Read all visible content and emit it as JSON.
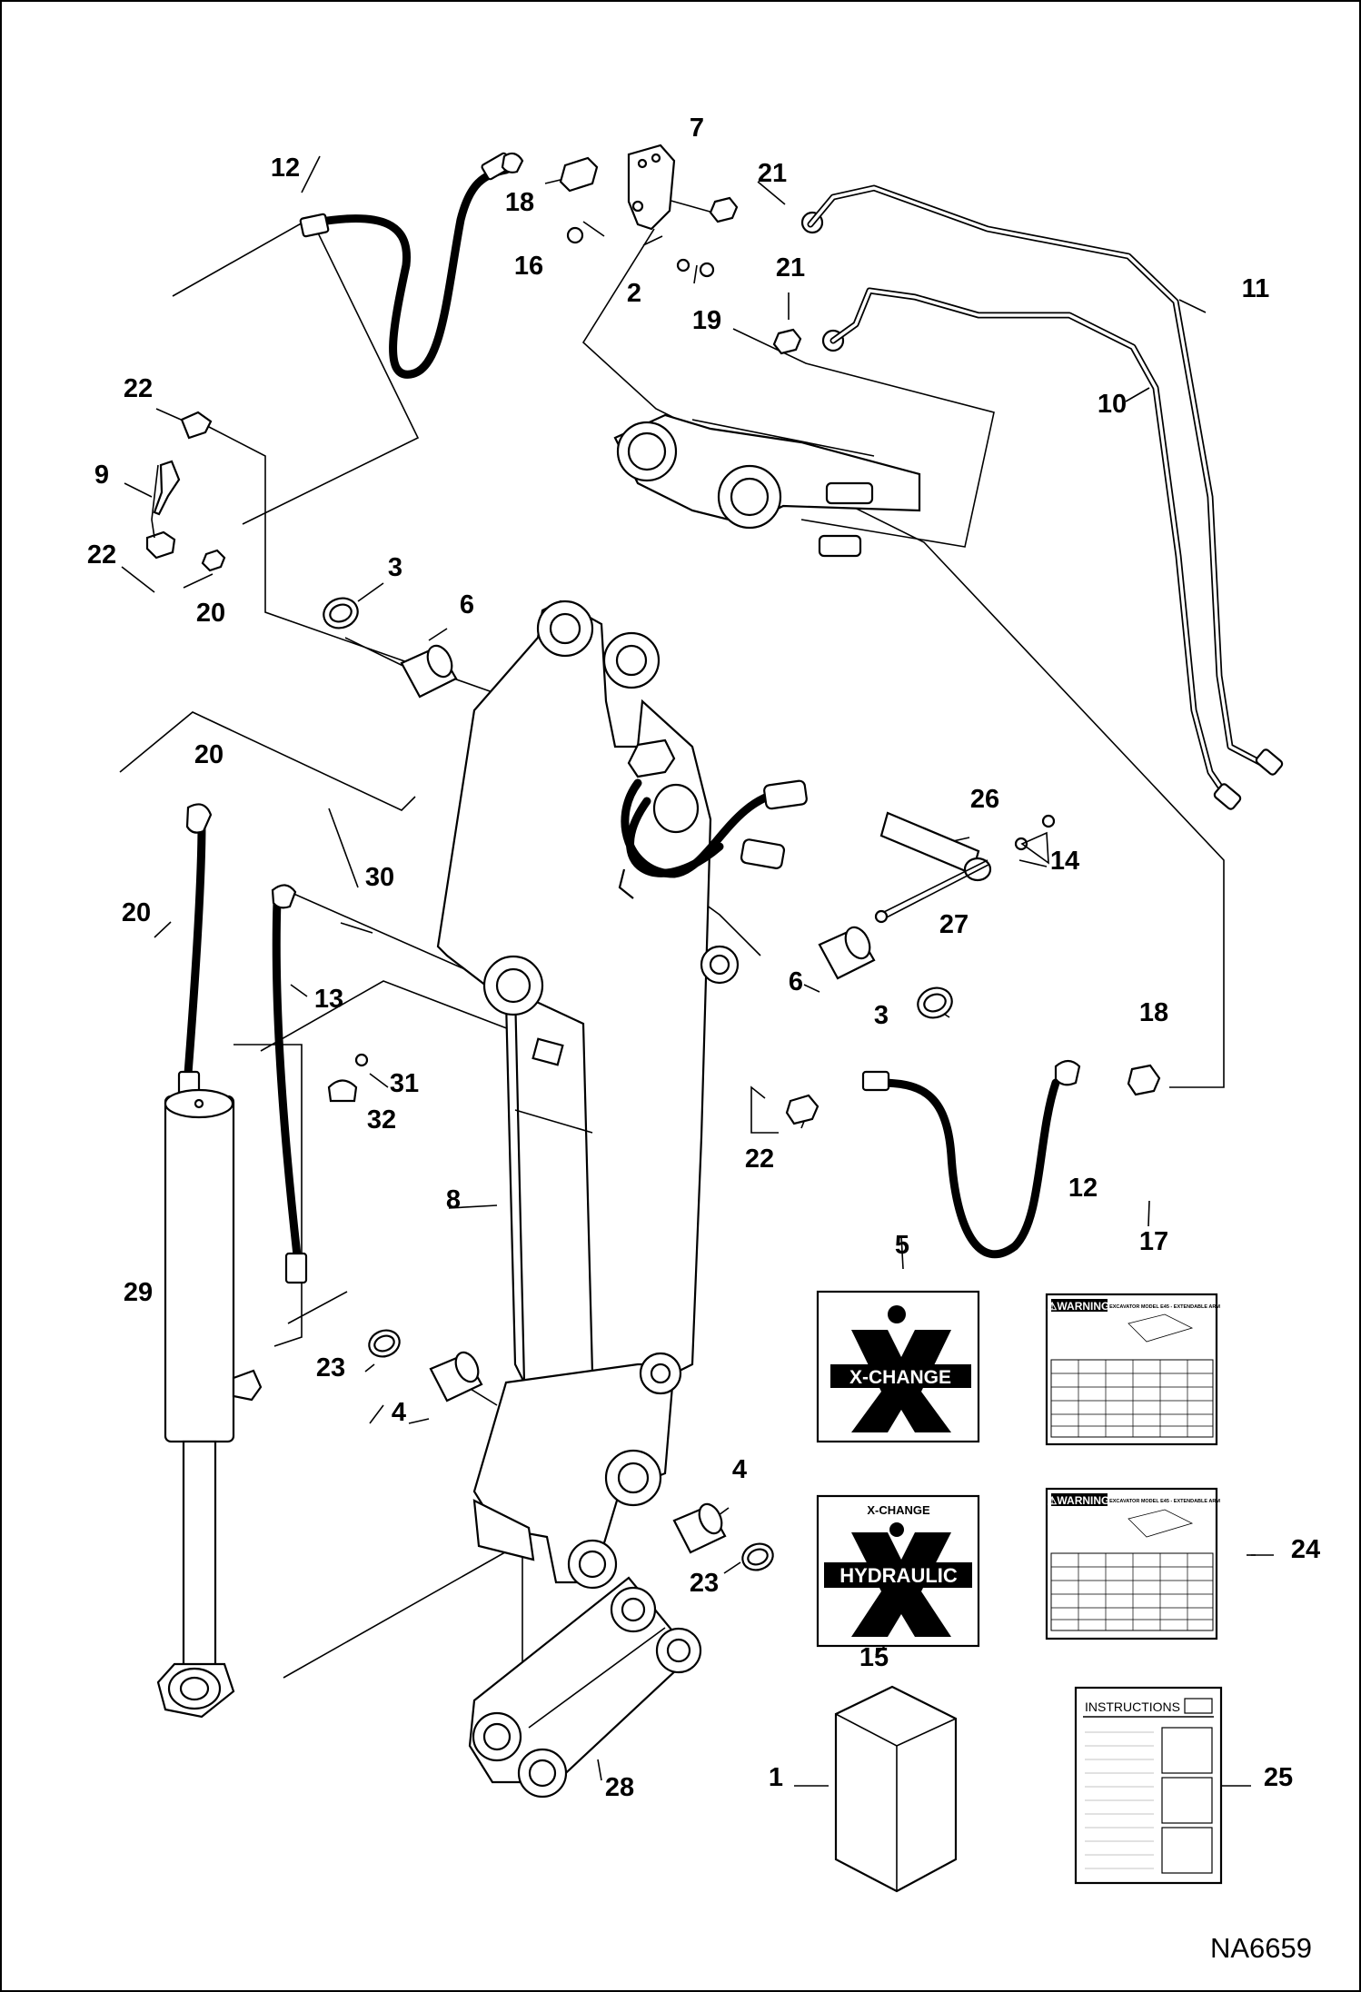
{
  "drawing_id": "NA6659",
  "callouts": [
    "12",
    "7",
    "18",
    "21",
    "16",
    "2",
    "19",
    "21",
    "11",
    "10",
    "22",
    "9",
    "22",
    "20",
    "3",
    "6",
    "20",
    "30",
    "26",
    "14",
    "20",
    "13",
    "27",
    "6",
    "3",
    "18",
    "31",
    "32",
    "22",
    "12",
    "8",
    "29",
    "5",
    "17",
    "23",
    "4",
    "4",
    "23",
    "15",
    "24",
    "28",
    "1",
    "25"
  ],
  "decals": {
    "xchange": {
      "brand_text": "X-CHANGE"
    },
    "hydraulic": {
      "top_text": "X-CHANGE",
      "main_text": "HYDRAULIC"
    },
    "warning_17": {
      "title": "WARNING",
      "subtitle": "EXCAVATOR MODEL E45 - EXTENDABLE ARM"
    },
    "warning_24": {
      "title": "WARNING",
      "subtitle": "EXCAVATOR MODEL E45 - EXTENDABLE ARM"
    },
    "instructions": {
      "title": "INSTRUCTIONS"
    }
  }
}
